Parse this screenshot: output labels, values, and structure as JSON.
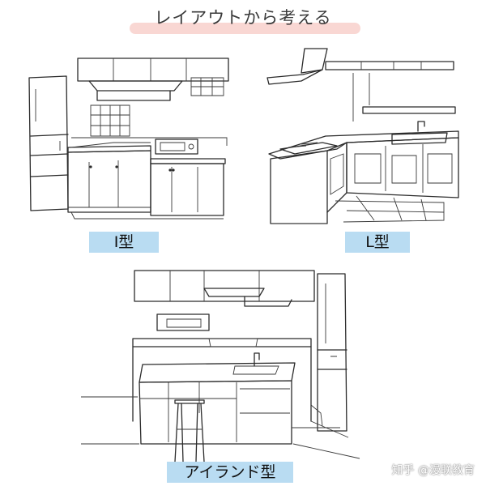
{
  "title": "レイアウトから考える",
  "colors": {
    "title_stroke": "#f7c9c4",
    "label_bg": "#b9dcf2",
    "line": "#2b2b2b"
  },
  "layouts": [
    {
      "label": "I型"
    },
    {
      "label": "L型"
    },
    {
      "label": "アイランド型"
    }
  ],
  "watermark": "知乎 @漫联教育"
}
